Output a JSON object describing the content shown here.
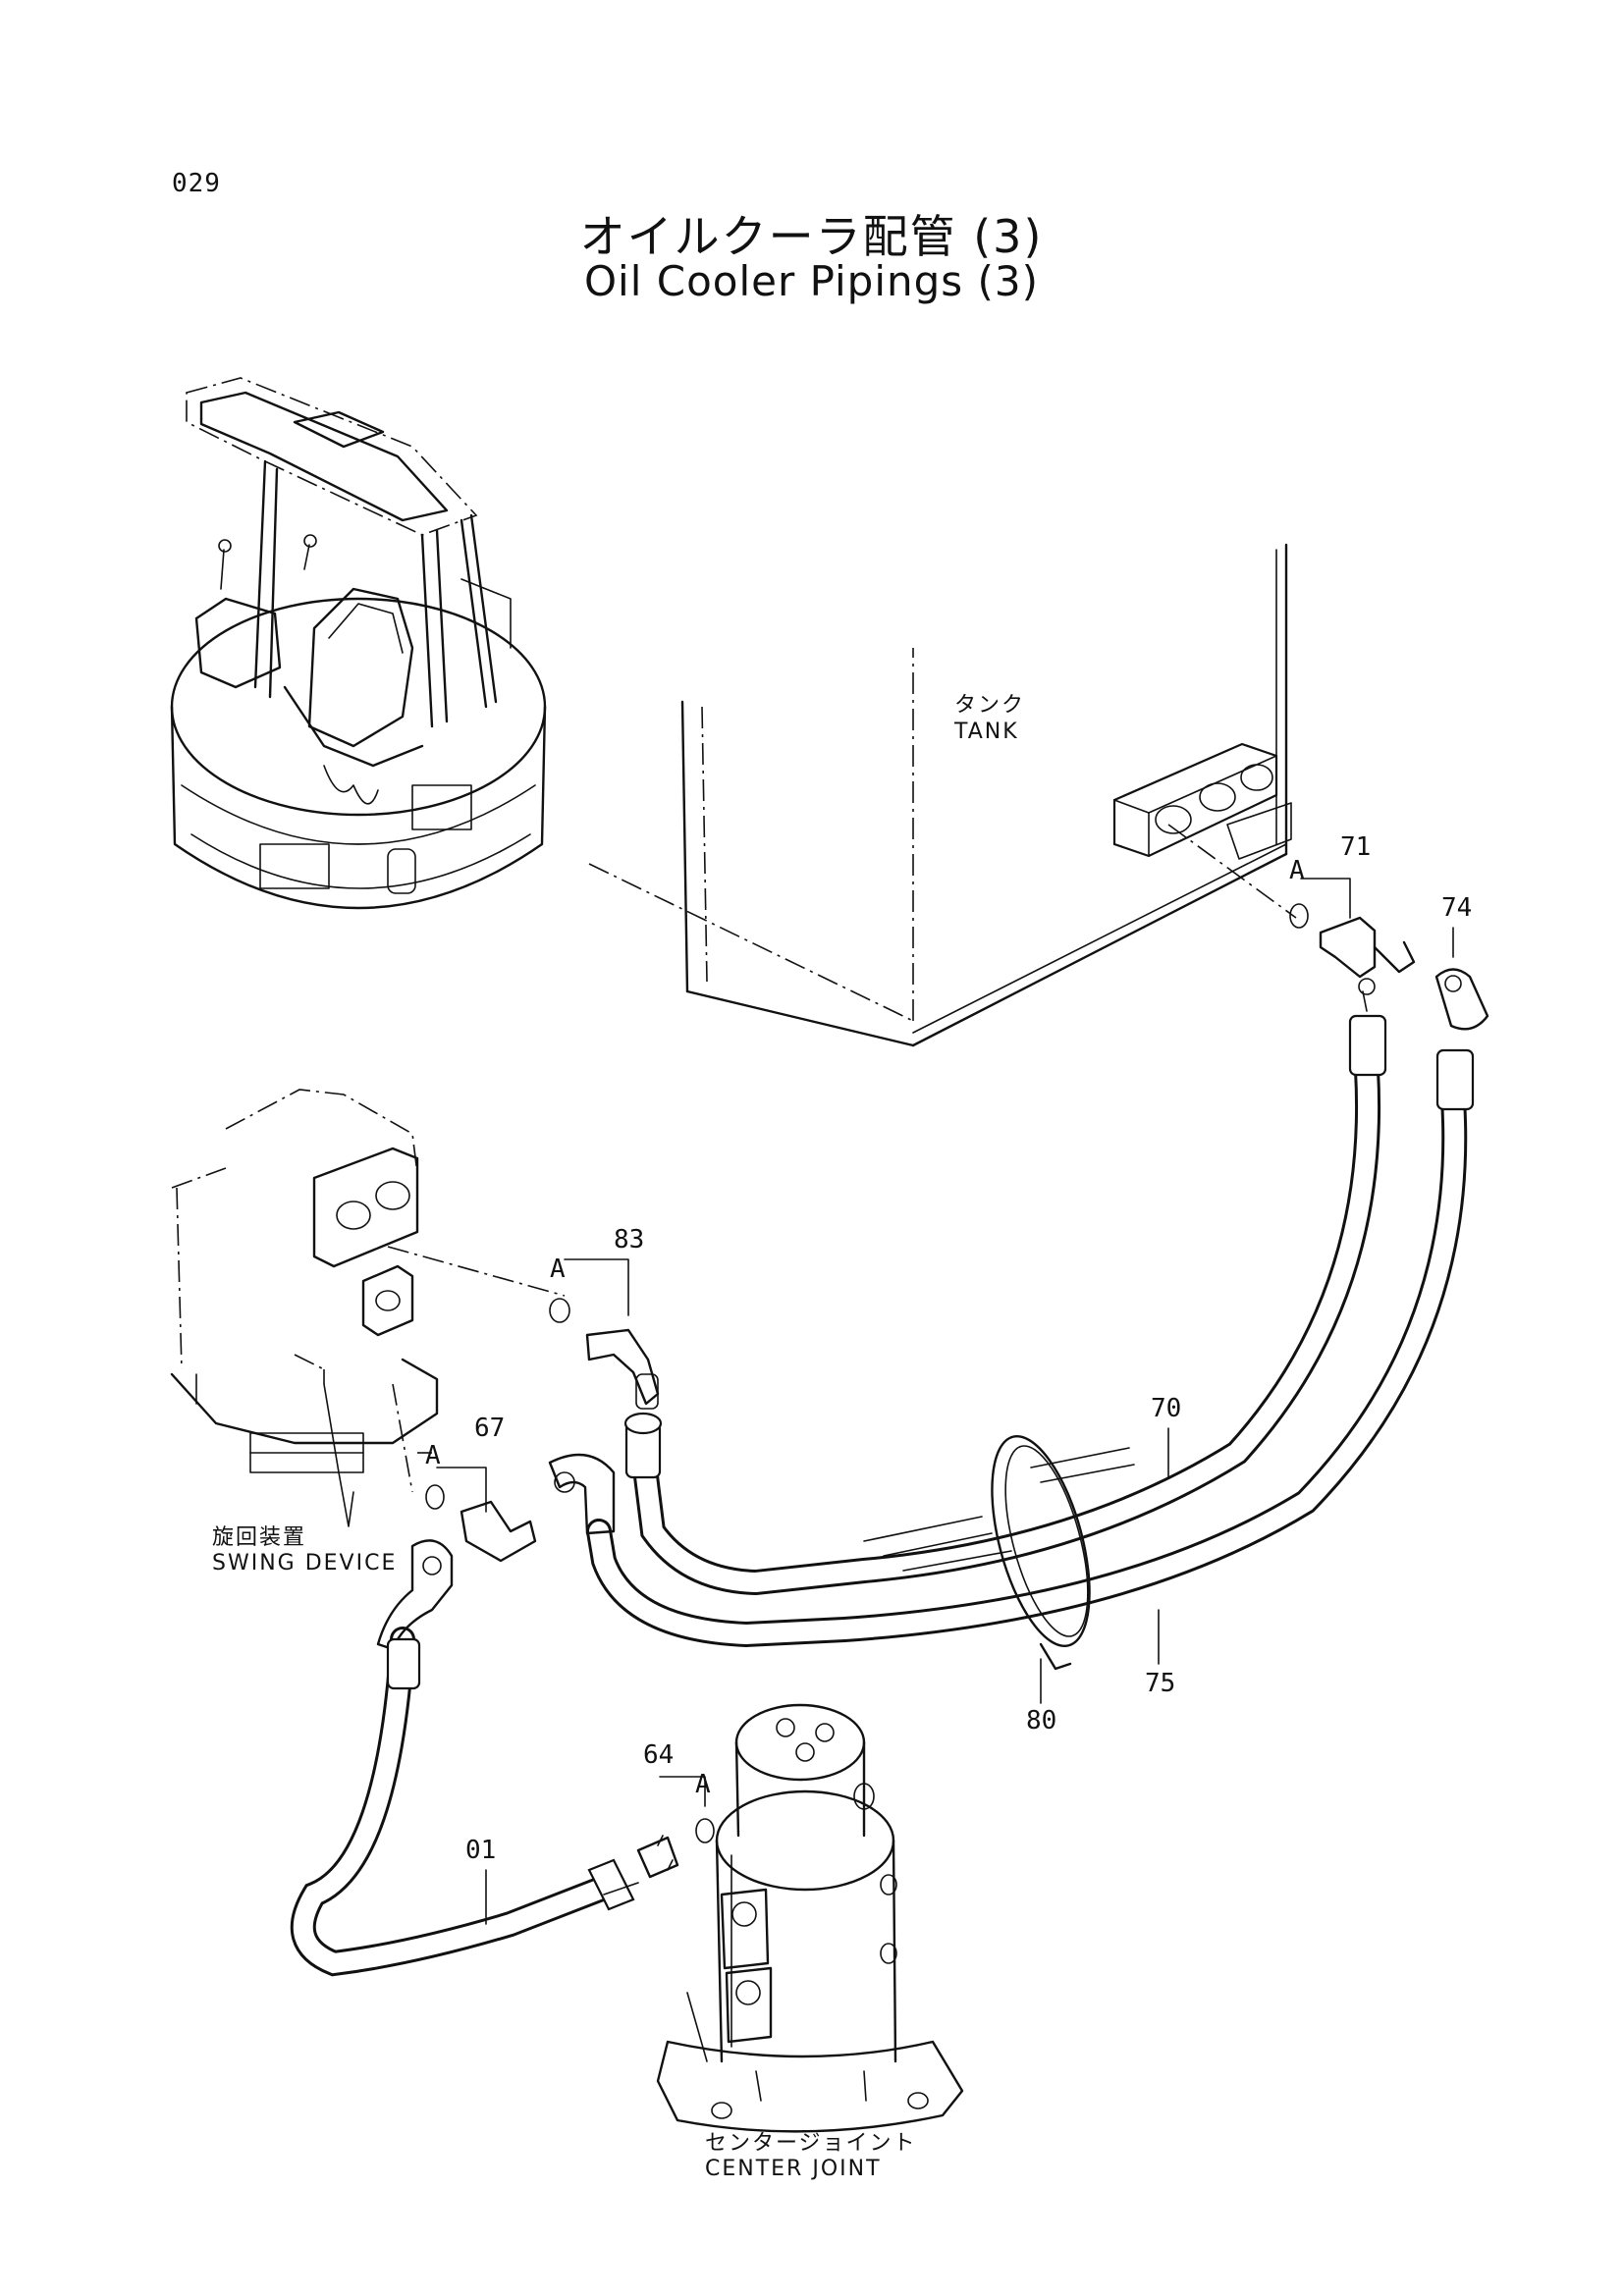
{
  "page_number": "029",
  "title": {
    "japanese": "オイルクーラ配管 (3)",
    "english": "Oil Cooler Pipings (3)"
  },
  "components": {
    "tank": {
      "japanese": "タンク",
      "english": "TANK"
    },
    "swing_device": {
      "japanese": "旋回装置",
      "english": "SWING DEVICE"
    },
    "center_joint": {
      "japanese": "センタージョイント",
      "english": "CENTER JOINT"
    }
  },
  "part_callouts": [
    "71",
    "74",
    "83",
    "67",
    "70",
    "75",
    "80",
    "64",
    "01"
  ],
  "detail_marker": "A"
}
